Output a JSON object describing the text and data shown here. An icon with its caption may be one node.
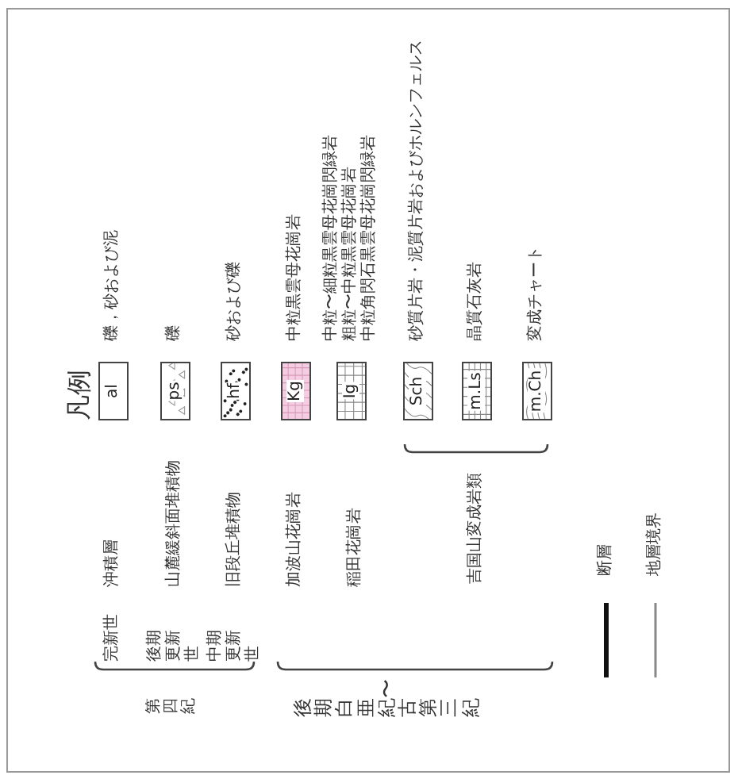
{
  "diagram": {
    "title": "凡例",
    "nodes": [
      {
        "text": [
          "al"
        ],
        "beside": [
          "礫，砂および泥"
        ]
      },
      {
        "text": [
          "ps"
        ],
        "beside": [
          "礫"
        ]
      },
      {
        "text": [
          "hf"
        ],
        "beside": [
          "砂および礫"
        ]
      },
      {
        "text": [
          "Kg"
        ],
        "beside": [
          "中粒黒雲母花崗岩"
        ]
      },
      {
        "text": [
          "Ig"
        ],
        "beside": [
          "中粒〜細粒黒雲母花崗閃緑岩",
          "粗粒〜中粒黒雲母花崗岩",
          "中粒角閃石黒雲母花崗閃緑岩"
        ]
      },
      {
        "text": [
          "Sch"
        ],
        "beside": [
          "砂質片岩・泥質片岩およびホルンフェルス"
        ]
      },
      {
        "text": [
          "m.Ls"
        ],
        "beside": [
          "晶質石灰岩"
        ]
      },
      {
        "text": [
          "m.Ch"
        ],
        "beside": [
          "変成チャート"
        ]
      }
    ],
    "labels": [
      "完新世",
      "沖積層",
      "後期更新世",
      "山麓緩斜面堆積物",
      "中期更新世",
      "旧段丘堆積物",
      "第四紀",
      "加波山花崗岩",
      "稲田花崗岩",
      "吉国山変成岩類",
      "後期白亜紀〜古第三紀"
    ],
    "legend": [
      {
        "text": "断層"
      },
      {
        "text": "地層境界"
      }
    ]
  }
}
